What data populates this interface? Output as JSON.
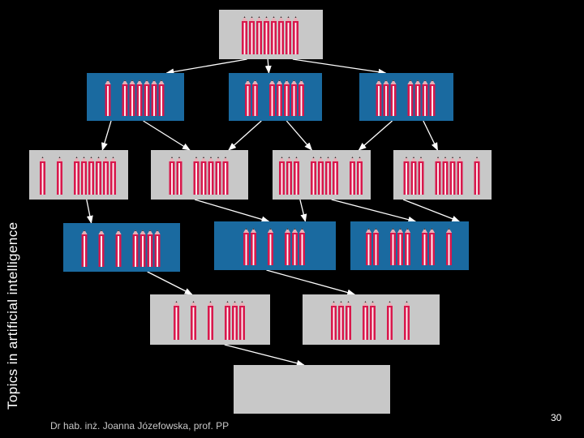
{
  "slide": {
    "side_title": "Topics in artificial intelligence",
    "footer": "Dr hab. inż. Joanna Józefowska, prof. PP",
    "page_number": "30"
  },
  "colors": {
    "background": "#000000",
    "gray_box": "#c8c8c8",
    "blue_box": "#1a6aa0",
    "pencil_body": "#d8184c",
    "pencil_stripe": "#ffffff",
    "arrow": "#ffffff"
  },
  "diagram": {
    "boxes": [
      {
        "id": "root",
        "color": "gray",
        "groups": [
          8
        ]
      },
      {
        "id": "l1-left",
        "color": "blue",
        "groups": [
          1,
          6
        ]
      },
      {
        "id": "l1-middle",
        "color": "blue",
        "groups": [
          2,
          5
        ]
      },
      {
        "id": "l1-right",
        "color": "blue",
        "groups": [
          3,
          4
        ]
      },
      {
        "id": "l2-a",
        "color": "gray",
        "groups": [
          1,
          1,
          6
        ]
      },
      {
        "id": "l2-b",
        "color": "gray",
        "groups": [
          2,
          5
        ]
      },
      {
        "id": "l2-c",
        "color": "gray",
        "groups": [
          3,
          4,
          2
        ]
      },
      {
        "id": "l2-d",
        "color": "gray",
        "groups": [
          3,
          4,
          1
        ]
      },
      {
        "id": "l3-left",
        "color": "blue",
        "groups": [
          1,
          1,
          1,
          4
        ]
      },
      {
        "id": "l3-middle",
        "color": "blue",
        "groups": [
          2,
          1,
          3
        ]
      },
      {
        "id": "l3-right",
        "color": "blue",
        "groups": [
          2,
          3,
          2,
          1
        ]
      },
      {
        "id": "l4-left",
        "color": "gray",
        "groups": [
          1,
          1,
          1,
          3
        ]
      },
      {
        "id": "l4-right",
        "color": "gray",
        "groups": [
          3,
          2,
          1,
          1
        ]
      },
      {
        "id": "l5-result",
        "color": "gray",
        "groups": []
      }
    ],
    "edges": [
      [
        "root",
        "l1-left"
      ],
      [
        "root",
        "l1-middle"
      ],
      [
        "root",
        "l1-right"
      ],
      [
        "l1-left",
        "l2-a"
      ],
      [
        "l1-left",
        "l2-b"
      ],
      [
        "l1-middle",
        "l2-b"
      ],
      [
        "l1-middle",
        "l2-c"
      ],
      [
        "l1-right",
        "l2-c"
      ],
      [
        "l1-right",
        "l2-d"
      ],
      [
        "l2-a",
        "l3-left"
      ],
      [
        "l2-b",
        "l3-middle"
      ],
      [
        "l2-c",
        "l3-middle"
      ],
      [
        "l2-c",
        "l3-right"
      ],
      [
        "l2-d",
        "l3-right"
      ],
      [
        "l3-left",
        "l4-left"
      ],
      [
        "l3-middle",
        "l4-right"
      ],
      [
        "l4-left",
        "l5-result"
      ]
    ]
  }
}
